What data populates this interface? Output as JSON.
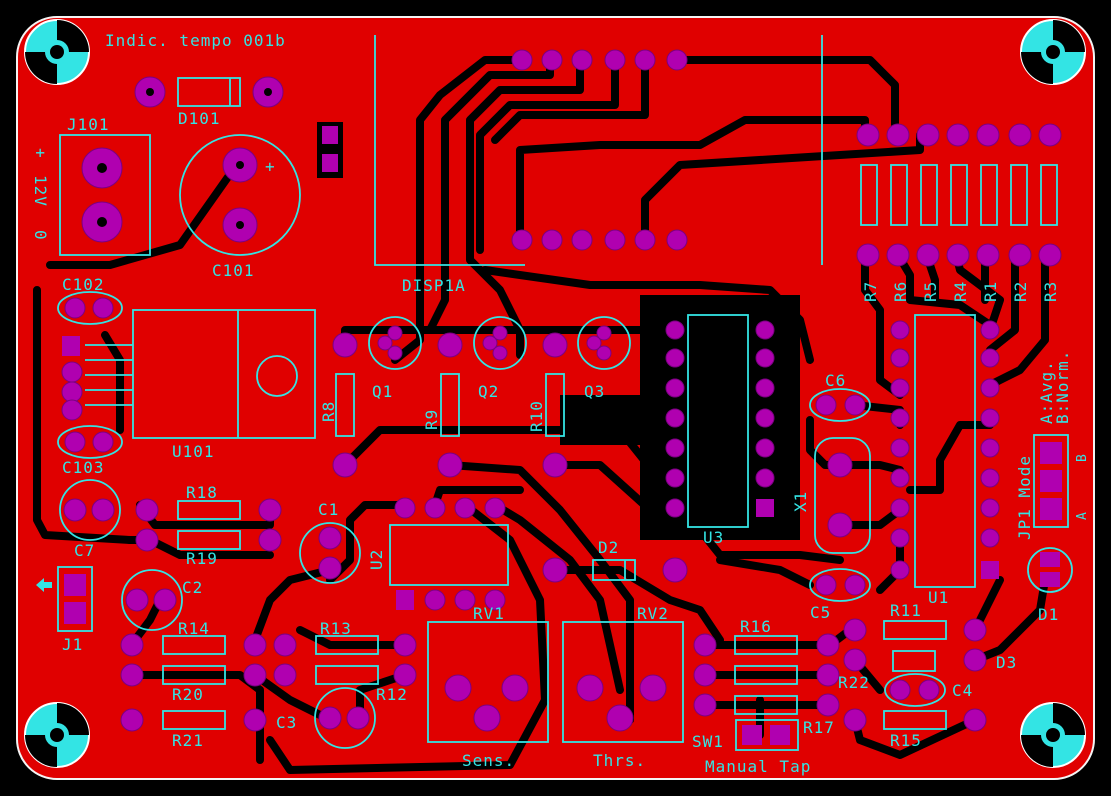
{
  "board": {
    "title": "Indic. tempo 001b",
    "colors": {
      "copper": "#e00000",
      "mask": "#000000",
      "silk": "#33e4e4",
      "pad": "#b000b0",
      "background": "#000000"
    }
  },
  "power_labels": {
    "plus": "+",
    "volts": "12V",
    "zero": "0"
  },
  "labels": {
    "J101": "J101",
    "D101": "D101",
    "C101": "C101",
    "C101_plus": "+",
    "DISP1A": "DISP1A",
    "C102": "C102",
    "C103": "C103",
    "U101": "U101",
    "C7": "C7",
    "J1": "J1",
    "R18": "R18",
    "R19": "R19",
    "C1": "C1",
    "U2": "U2",
    "C2": "C2",
    "R14": "R14",
    "R13": "R13",
    "R20": "R20",
    "R12": "R12",
    "R21": "R21",
    "C3": "C3",
    "R8": "R8",
    "R9": "R9",
    "R10": "R10",
    "Q1": "Q1",
    "Q2": "Q2",
    "Q3": "Q3",
    "D2": "D2",
    "RV1": "RV1",
    "RV2": "RV2",
    "U3": "U3",
    "X1": "X1",
    "C6": "C6",
    "C5": "C5",
    "R16": "R16",
    "R22": "R22",
    "R17": "R17",
    "SW1": "SW1",
    "R11": "R11",
    "R15": "R15",
    "C4": "C4",
    "D3": "D3",
    "U1": "U1",
    "D1": "D1",
    "R7": "R7",
    "R6": "R6",
    "R5": "R5",
    "R4": "R4",
    "R1": "R1",
    "R2": "R2",
    "R3": "R3",
    "JP1_mode": "JP1 Mode",
    "mode_a": "A:Avg.",
    "mode_b": "B:Norm.",
    "jp_a": "A",
    "jp_b": "B"
  },
  "captions": {
    "sens": "Sens.",
    "thrs": "Thrs.",
    "manual_tap": "Manual Tap"
  }
}
